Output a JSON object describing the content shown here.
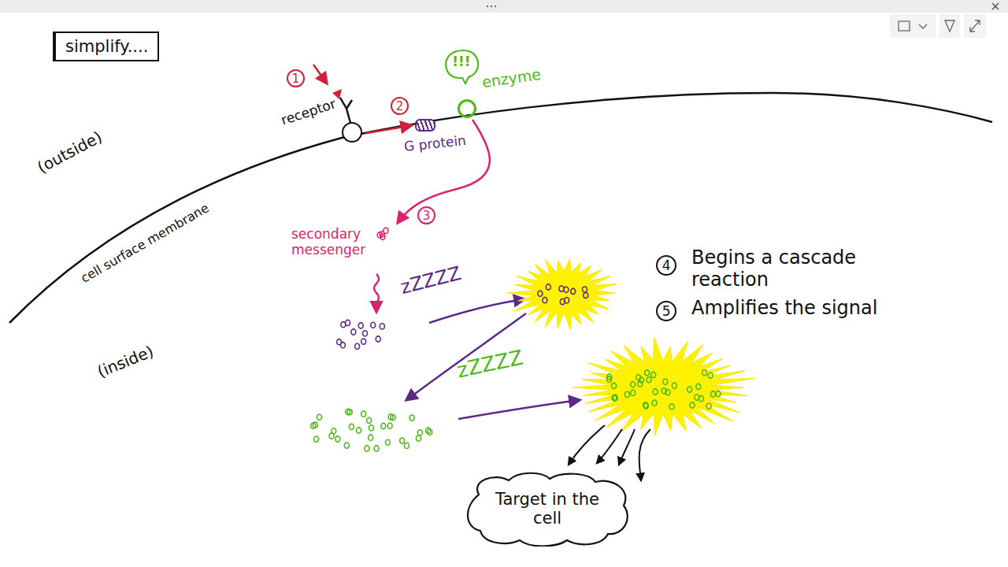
{
  "diagram": {
    "nodes": [
      {
        "text": [
          "simplify...."
        ]
      },
      {
        "text": [
          "!!!"
        ]
      },
      {
        "text": [
          "enzyme"
        ]
      },
      {
        "text": [
          "receptor"
        ]
      },
      {
        "text": [
          "G protein"
        ]
      },
      {
        "text": [
          "Target in the cell"
        ]
      }
    ],
    "edges": [
      {
        "from": 3,
        "to": 4,
        "arrow": "to",
        "label": "2"
      }
    ],
    "labels": [
      "(outside)",
      "1",
      "cell surface membrane",
      "3",
      "secondary messenger",
      "zZZZZ",
      "4",
      "Begins a cascade reaction",
      "5",
      "Amplifies the signal",
      "zZZZZ",
      "(inside)"
    ]
  }
}
